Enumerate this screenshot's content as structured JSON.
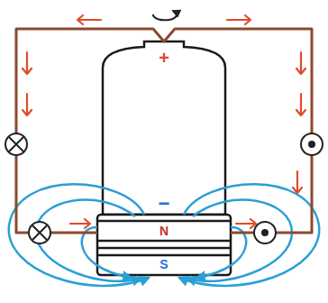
{
  "diagram": {
    "labels": [
      "+",
      "−",
      "N",
      "S"
    ]
  }
}
